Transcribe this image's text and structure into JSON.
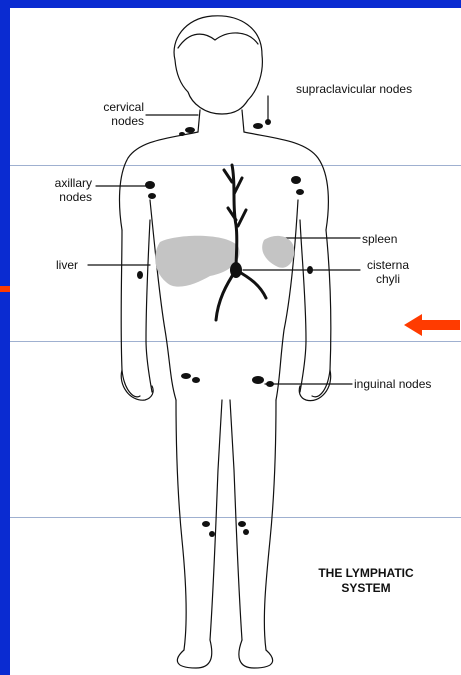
{
  "labels": {
    "cervical": [
      "cervical",
      "nodes"
    ],
    "supraclavicular": "supraclavicular nodes",
    "axillary": [
      "axillary",
      "nodes"
    ],
    "spleen": "spleen",
    "liver": "liver",
    "cisterna": [
      "cisterna",
      "chyli"
    ],
    "inguinal": "inguinal nodes"
  },
  "title": [
    "THE LYMPHATIC",
    "SYSTEM"
  ],
  "colors": {
    "frame": "#0a2bd1",
    "accent_arrow": "#ff3b00",
    "organ_fill": "#c4c4c4",
    "ink": "#111111"
  }
}
